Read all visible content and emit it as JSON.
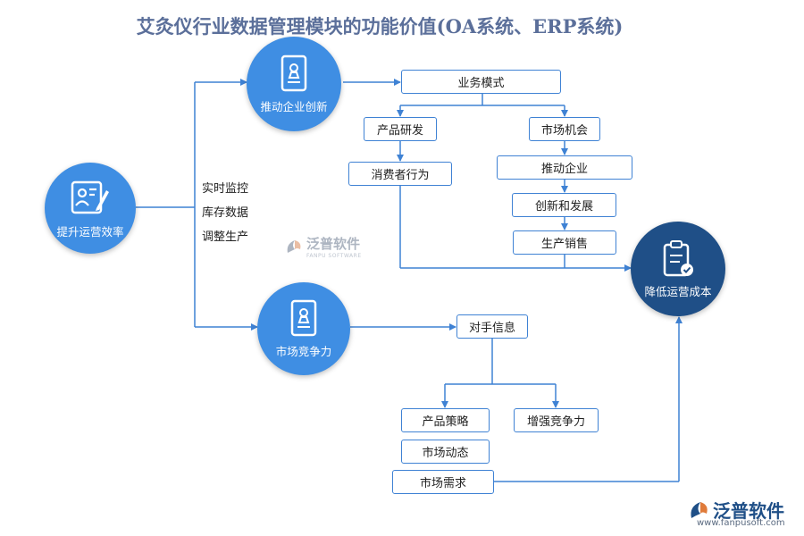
{
  "title": "艾灸仪行业数据管理模块的功能价值(OA系统、ERP系统)",
  "nodes": {
    "efficiency": "提升运营效率",
    "innovation": "推动企业创新",
    "competitiveness": "市场竞争力",
    "cost": "降低运营成本",
    "business_model": "业务模式",
    "product_rd": "产品研发",
    "market_opportunity": "市场机会",
    "consumer_behavior": "消费者行为",
    "drive_enterprise": "推动企业",
    "innovation_dev": "创新和发展",
    "production_sales": "生产销售",
    "competitor_info": "对手信息",
    "product_strategy": "产品策略",
    "enhance_competitiveness": "增强竞争力",
    "market_dynamics": "市场动态",
    "market_demand": "市场需求"
  },
  "side_labels": [
    "实时监控",
    "库存数据",
    "调整生产"
  ],
  "watermark": {
    "name": "泛普软件",
    "sub": "FANPU SOFTWARE"
  },
  "logo": {
    "name": "泛普软件",
    "url": "www.fanpusoft.com"
  },
  "colors": {
    "line": "#3f82d4",
    "circle": "#3f8ee3",
    "circle_dark": "#1f4f87",
    "title": "#5b6f9a"
  }
}
